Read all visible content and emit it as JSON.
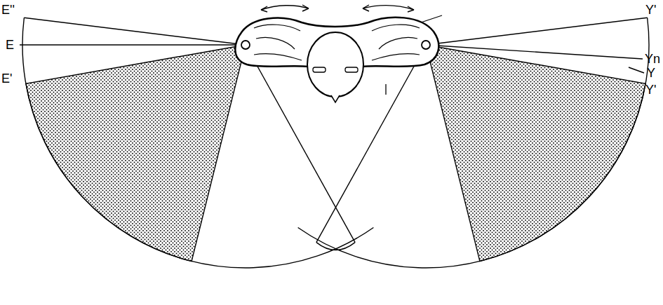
{
  "diagram": {
    "labels": [
      "E''",
      "E",
      "E'",
      "Y'",
      "Yn",
      "Y",
      "Y'"
    ]
  }
}
